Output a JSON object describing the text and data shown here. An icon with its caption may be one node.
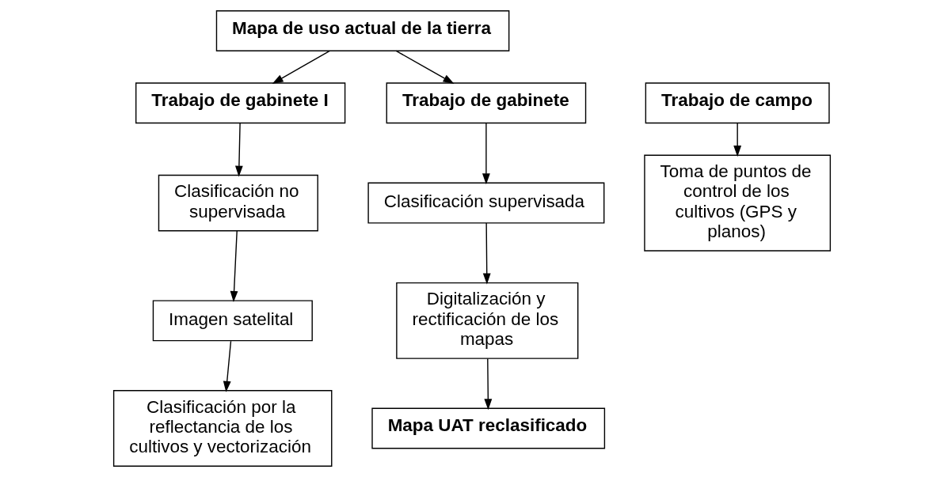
{
  "diagram": {
    "nodes": [
      {
        "text": [
          "Mapa de uso actual de la tierra"
        ]
      },
      {
        "text": [
          "Trabajo de gabinete I"
        ]
      },
      {
        "text": [
          "Trabajo de campo"
        ]
      },
      {
        "text": [
          "Trabajo de gabinete"
        ]
      },
      {
        "text": [
          "Clasificación no supervisada"
        ]
      },
      {
        "text": [
          "Toma de puntos de control de los cultivos (GPS y planos)"
        ]
      },
      {
        "text": [
          "Clasificación supervisada"
        ]
      },
      {
        "text": [
          "Imagen satelital"
        ]
      },
      {
        "text": [
          "Digitalización y rectificación de los mapas"
        ]
      },
      {
        "text": [
          "Clasificación por la reflectancia de los cultivos y vectorización"
        ]
      },
      {
        "text": [
          "Mapa UAT reclasificado"
        ]
      }
    ],
    "edges": [
      {
        "from": 0,
        "to": 1,
        "arrow": "to"
      },
      {
        "from": 0,
        "to": 3,
        "arrow": "to"
      },
      {
        "from": 1,
        "to": 4,
        "arrow": "to"
      },
      {
        "from": 4,
        "to": 7,
        "arrow": "to"
      },
      {
        "from": 7,
        "to": 9,
        "arrow": "to"
      },
      {
        "from": 2,
        "to": 5,
        "arrow": "to"
      },
      {
        "from": 3,
        "to": 6,
        "arrow": "to"
      },
      {
        "from": 6,
        "to": 8,
        "arrow": "to"
      },
      {
        "from": 8,
        "to": 10,
        "arrow": "to"
      }
    ]
  }
}
